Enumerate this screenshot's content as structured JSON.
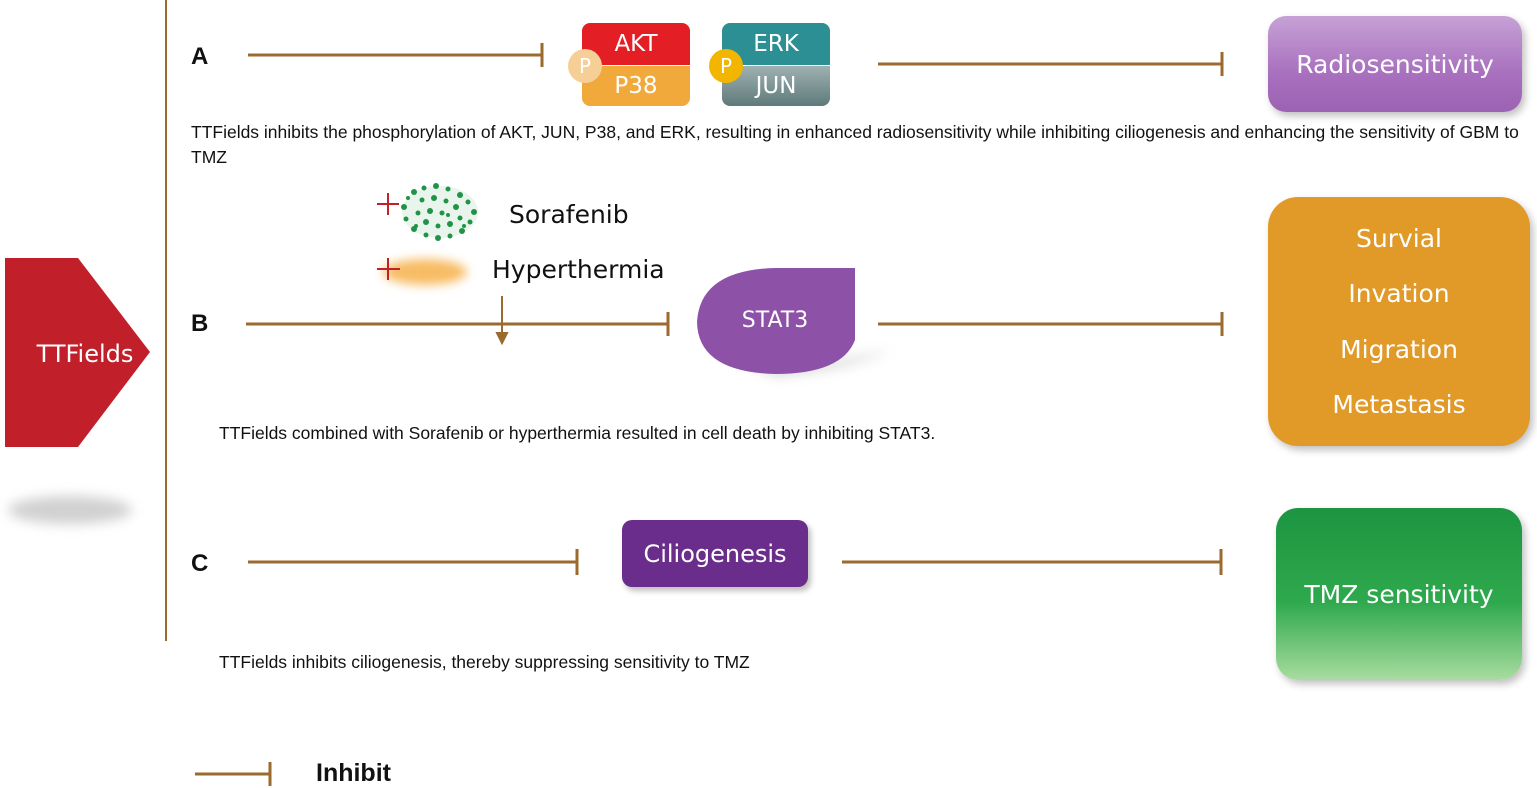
{
  "source": {
    "label": "TTFields",
    "color": "#c1202b"
  },
  "panels": {
    "a": {
      "letter": "A",
      "proteins": [
        {
          "name": "AKT",
          "color": "#e31e24"
        },
        {
          "name": "P38",
          "color": "#f2a93b"
        },
        {
          "name": "ERK",
          "color": "#2b8f93"
        },
        {
          "name": "JUN",
          "color": "#7f9596"
        }
      ],
      "phospho_label": "P",
      "outcome": {
        "label": "Radiosensitivity",
        "color": "#a870be"
      },
      "caption": "TTFields inhibits the phosphorylation of AKT, JUN, P38, and ERK, resulting in enhanced radiosensitivity while inhibiting ciliogenesis and enhancing the sensitivity of GBM to TMZ"
    },
    "b": {
      "letter": "B",
      "treatments": [
        {
          "label": "Sorafenib",
          "plus": "+"
        },
        {
          "label": "Hyperthermia",
          "plus": "+"
        }
      ],
      "target": {
        "label": "STAT3",
        "color": "#8d52a8"
      },
      "outcomes": [
        "Survial",
        "Invation",
        "Migration",
        "Metastasis"
      ],
      "outcome_color": "#e19a28",
      "caption": "TTFields combined with Sorafenib or hyperthermia resulted in cell death by inhibiting STAT3."
    },
    "c": {
      "letter": "C",
      "target": {
        "label": "Ciliogenesis",
        "color": "#6b2d8c"
      },
      "outcome": {
        "label": "TMZ sensitivity",
        "color": "#1f9a44"
      },
      "caption": "TTFields inhibits ciliogenesis, thereby suppressing sensitivity to TMZ"
    }
  },
  "legend": {
    "label": "Inhibit",
    "line_color": "#9b6a2f"
  }
}
